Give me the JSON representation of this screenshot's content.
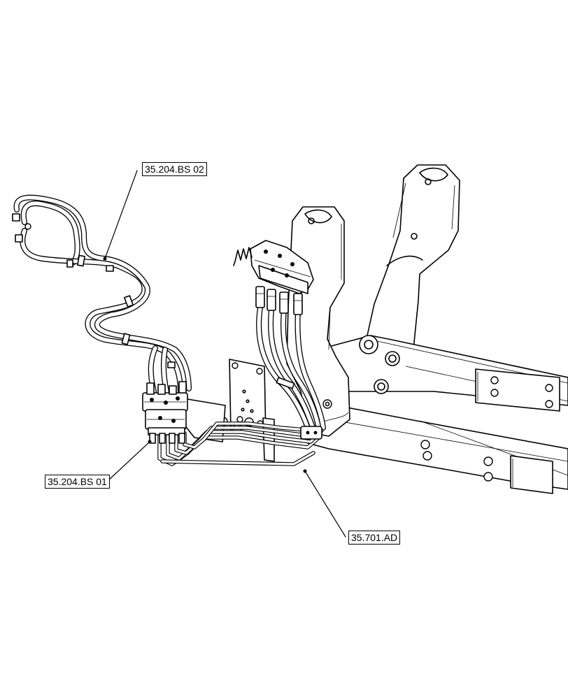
{
  "callouts": [
    {
      "label": "35.204.BS 02"
    },
    {
      "label": "35.204.BS 01"
    },
    {
      "label": "35.701.AD"
    }
  ]
}
